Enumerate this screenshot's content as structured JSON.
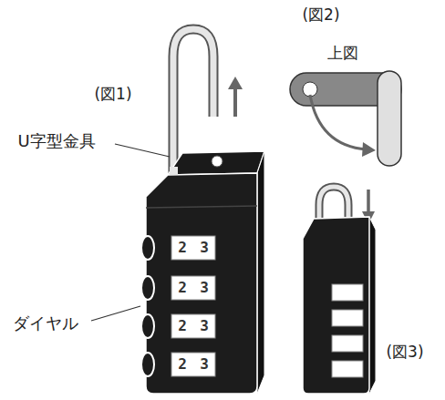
{
  "diagram": {
    "labels": [
      "(図1)",
      "U字型金具",
      "ダイヤル",
      "(図2)",
      "上図",
      "(図3)",
      "2",
      "3",
      "2",
      "3",
      "2",
      "3",
      "2",
      "3"
    ]
  }
}
